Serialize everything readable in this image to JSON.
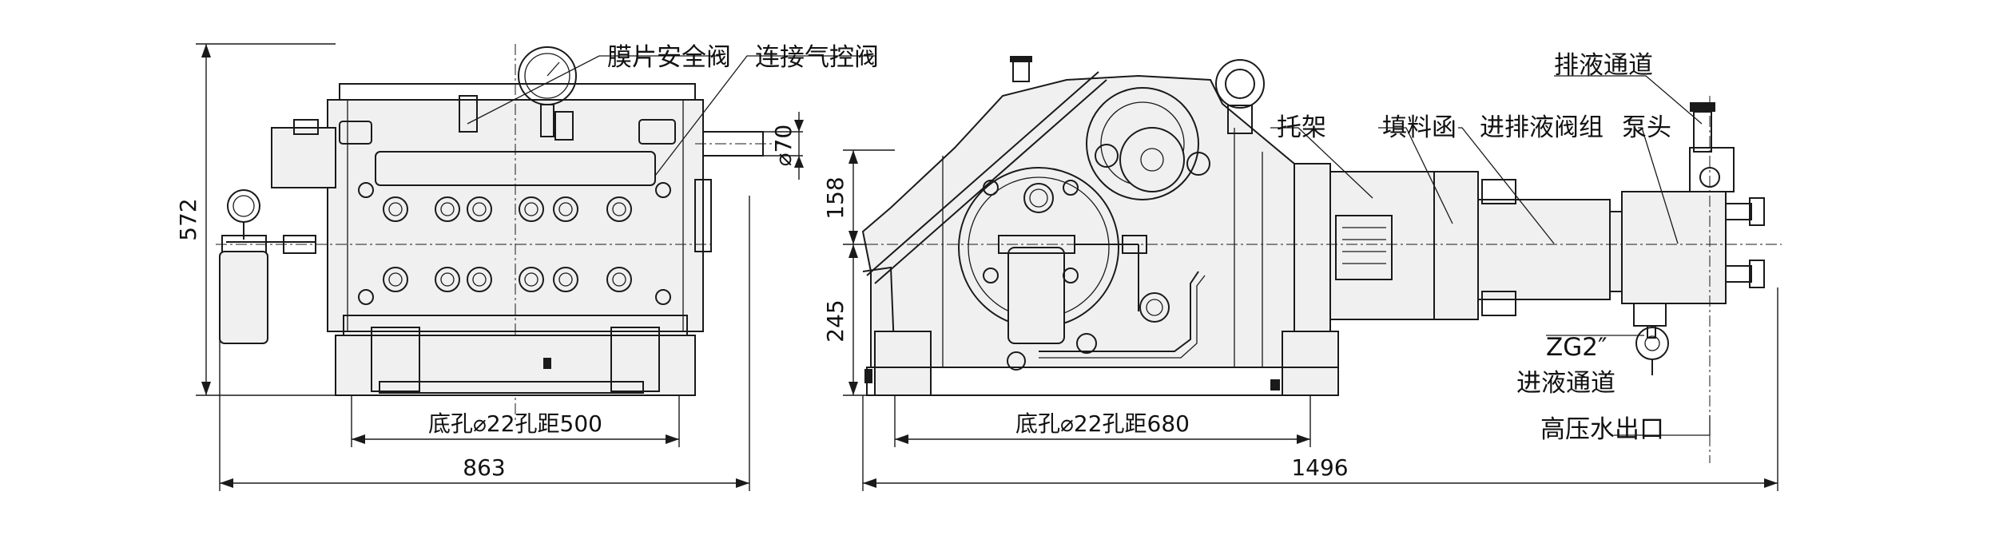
{
  "labels": {
    "diaphragm_safety_valve": "膜片安全阀",
    "pneumatic_control_valve": "连接气控阀",
    "bracket": "托架",
    "stuffing_box": "填料函",
    "inlet_outlet_valve_group": "进排液阀组",
    "pump_head": "泵头",
    "discharge_channel": "排液通道",
    "zg_thread": "ZG2″",
    "inlet_channel": "进液通道",
    "high_pressure_outlet": "高压水出口"
  },
  "dimensions": {
    "left_total_width": "863",
    "left_hole_spacing": "底孔⌀22孔距500",
    "height_572": "572",
    "shaft_diameter": "⌀70",
    "right_total_length": "1496",
    "right_hole_spacing": "底孔⌀22孔距680",
    "height_158": "158",
    "height_245": "245"
  },
  "colors": {
    "line": "#1a1a1a",
    "body_fill": "#f0f0f0",
    "background": "#ffffff"
  }
}
